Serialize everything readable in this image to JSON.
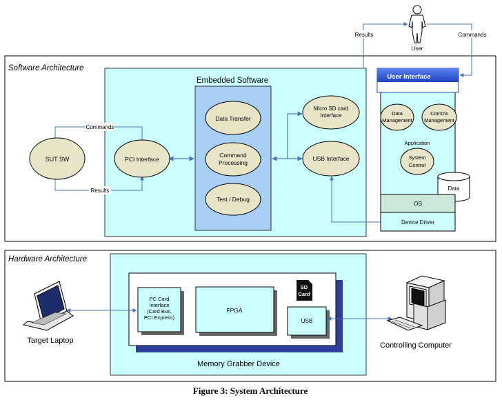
{
  "software": {
    "section_label": "Software Architecture",
    "embedded_title": "Embedded Software",
    "sut_sw": "SUT SW",
    "commands_left": "Commands",
    "results_left": "Results",
    "pci_interface": "PCI Interface",
    "data_transfer": "Data Transfer",
    "command_processing": [
      "Command",
      "Processing"
    ],
    "test_debug": "Test / Debug",
    "micro_sd": [
      "Micro SD card",
      "Interface"
    ],
    "usb_interface": "USB Interface"
  },
  "host": {
    "user_label": "User",
    "results_top": "Results",
    "commands_top": "Commands",
    "user_interface": "User Interface",
    "data_management": [
      "Data",
      "Management"
    ],
    "comms_management": [
      "Comms",
      "Management"
    ],
    "application": "Application",
    "system_control": [
      "System",
      "Control"
    ],
    "data_store": "Data",
    "os": "OS",
    "device_driver": "Device Driver"
  },
  "hardware": {
    "section_label": "Hardware Architecture",
    "pc_card": [
      "PC Card",
      "Interface",
      "(Card Bus,",
      "PCI Express)"
    ],
    "fpga": "FPGA",
    "sd_card": [
      "SD",
      "Card"
    ],
    "usb": "USB",
    "device_label": "Memory Grabber Device",
    "target_laptop": "Target Laptop",
    "controlling_computer": "Controlling Computer"
  },
  "caption": "Figure 3: System Architecture",
  "colors": {
    "cyan_fill": "#ccffff",
    "ellipse_fill": "#e8e4c8",
    "embedded_fill": "#a8cff4",
    "connector_blue": "#4a74b6",
    "title_bar_blue": "#2b54d4",
    "shadow_blue": "#2d3f9a"
  }
}
